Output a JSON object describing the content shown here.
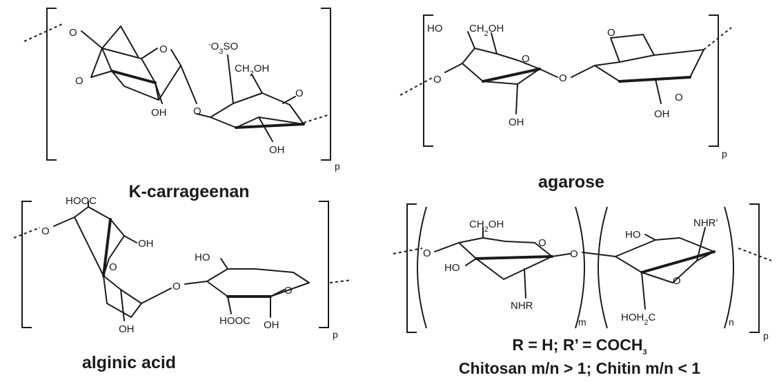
{
  "structures": [
    {
      "id": "k-carrageenan",
      "name": "K-carrageenan",
      "repeat_index": "p",
      "groups": [
        "O",
        "O",
        "O",
        "OH",
        "O",
        "-O3SO",
        "CH2OH",
        "O",
        "OH"
      ]
    },
    {
      "id": "agarose",
      "name": "agarose",
      "repeat_index": "p",
      "groups": [
        "HO",
        "CH2OH",
        "O",
        "O",
        "O",
        "OH",
        "O",
        "O",
        "OH"
      ]
    },
    {
      "id": "alginic-acid",
      "name": "alginic acid",
      "repeat_index": "p",
      "groups": [
        "HOOC",
        "O",
        "OH",
        "O",
        "O",
        "OH",
        "HO",
        "O",
        "HOOC",
        "OH"
      ]
    },
    {
      "id": "chitin-chitosan",
      "name_lines": [
        "R = H; R’ = COCH3",
        "Chitosan m/n > 1; Chitin m/n < 1"
      ],
      "repeat_index": "p",
      "inner_indices": [
        "m",
        "n"
      ],
      "groups": [
        "CH2OH",
        "O",
        "O",
        "HO",
        "NHR",
        "HO",
        "NHR'",
        "O",
        "HOH2C",
        "O"
      ]
    }
  ]
}
